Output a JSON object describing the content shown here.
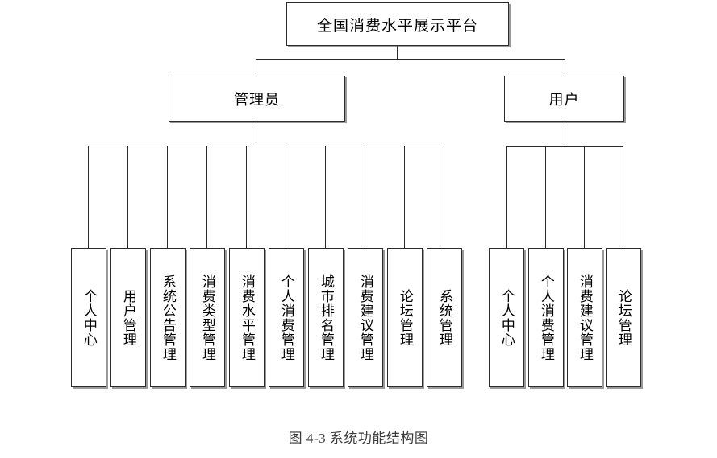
{
  "figure": {
    "caption": "图 4-3 系统功能结构图",
    "type": "tree-diagram",
    "line_color": "#2b2b2b",
    "shadow_color": "#9a9a9a",
    "background": "#ffffff"
  },
  "tree": {
    "root": {
      "label": "全国消费水平展示平台"
    },
    "branches": [
      {
        "label": "管理员",
        "children": [
          {
            "label": "个人中心"
          },
          {
            "label": "用户管理"
          },
          {
            "label": "系统公告管理"
          },
          {
            "label": "消费类型管理"
          },
          {
            "label": "消费水平管理"
          },
          {
            "label": "个人消费管理"
          },
          {
            "label": "城市排名管理"
          },
          {
            "label": "消费建议管理"
          },
          {
            "label": "论坛管理"
          },
          {
            "label": "系统管理"
          }
        ]
      },
      {
        "label": "用户",
        "children": [
          {
            "label": "个人中心"
          },
          {
            "label": "个人消费管理"
          },
          {
            "label": "消费建议管理"
          },
          {
            "label": "论坛管理"
          }
        ]
      }
    ]
  }
}
